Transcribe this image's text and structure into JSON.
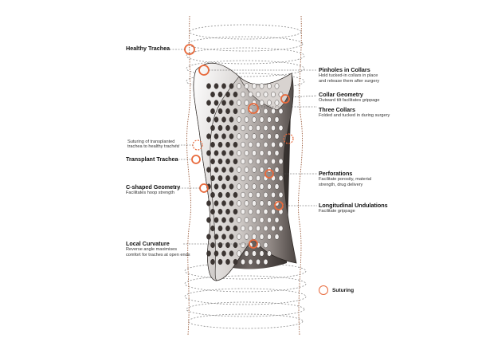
{
  "labels": {
    "healthy_trachea": {
      "title": "Healthy Trachea"
    },
    "pinholes": {
      "title": "Pinholes in Collars",
      "desc1": "Hold tucked-in collars in place",
      "desc2": "and release them after surgery"
    },
    "collar_geometry": {
      "title": "Collar Geometry",
      "desc1": "Outward tilt facilitates grippage"
    },
    "three_collars": {
      "title": "Three Collars",
      "desc1": "Folded and tucked in during surgery"
    },
    "suturing_note": {
      "desc1": "Suturing of transplanted",
      "desc2": "trachea to healthy trachea"
    },
    "transplant_trachea": {
      "title": "Transplant Trachea"
    },
    "perforations": {
      "title": "Perforations",
      "desc1": "Facilitate porosity, material",
      "desc2": "strength, drug delivery"
    },
    "c_shaped": {
      "title": "C-shaped Geometry",
      "desc1": "Facilitates hoop strength"
    },
    "longitudinal": {
      "title": "Longitudinal Undulations",
      "desc1": "Facilitate grippage"
    },
    "local_curvature": {
      "title": "Local Curvature",
      "desc1": "Reverse angle maximises",
      "desc2": "comfort for traches at open ends"
    }
  },
  "legend": {
    "label": "Suturing"
  },
  "colors": {
    "accent": "#e86a3c",
    "splint_dark": "#3a3533",
    "splint_light": "#e9e7e5",
    "line": "#555555"
  }
}
